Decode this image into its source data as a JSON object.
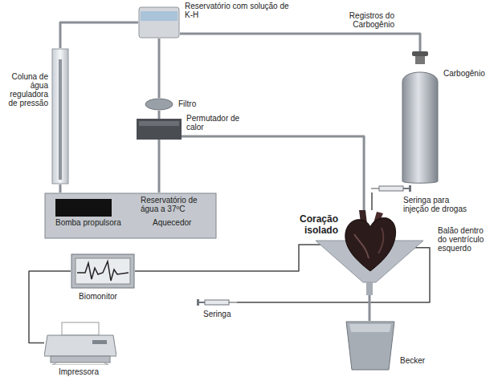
{
  "diagram": {
    "nodes": [
      {
        "text": [
          "Reservatório com solução de K-H"
        ]
      },
      {
        "text": [
          "Coluna de água reguladora de pressão"
        ]
      },
      {
        "text": [
          "Filtro"
        ]
      },
      {
        "text": [
          "Permutador de calor"
        ]
      },
      {
        "text": [
          "Registros do Carbogênio",
          "Carbogênio"
        ]
      },
      {
        "text": [
          "Reservatório de água a 37ºC"
        ]
      },
      {
        "text": [
          "Bomba propulsora"
        ],
        "in": 5
      },
      {
        "text": [
          "Biomonitor"
        ]
      },
      {
        "text": [
          "Coração isolado"
        ]
      },
      {
        "text": [
          "Becker"
        ]
      },
      {
        "text": [
          "Impressora"
        ]
      },
      {
        "text": [
          "Seringa para injeção de drogas"
        ]
      },
      {
        "text": [
          "Seringa"
        ]
      }
    ],
    "edges": [
      {
        "from": 0,
        "to": 2,
        "arrow": "none"
      },
      {
        "from": 0,
        "to": 1,
        "arrow": "none"
      },
      {
        "from": 2,
        "to": 3,
        "arrow": "none"
      },
      {
        "from": 4,
        "to": 0,
        "arrow": "none"
      },
      {
        "from": 3,
        "to": 8,
        "arrow": "none"
      },
      {
        "from": 5,
        "to": 3,
        "arrow": "none"
      },
      {
        "from": 1,
        "to": 5,
        "arrow": "none"
      },
      {
        "from": 8,
        "to": 7,
        "arrow": "none"
      },
      {
        "from": 7,
        "to": 10,
        "arrow": "none"
      },
      {
        "from": 12,
        "to": 8,
        "arrow": "none"
      },
      {
        "from": 11,
        "to": 8,
        "arrow": "none"
      },
      {
        "from": 8,
        "to": 9,
        "arrow": "none"
      }
    ],
    "labels": [
      "Aquecedor",
      "Balão dentro do ventrículo esquerdo"
    ]
  }
}
